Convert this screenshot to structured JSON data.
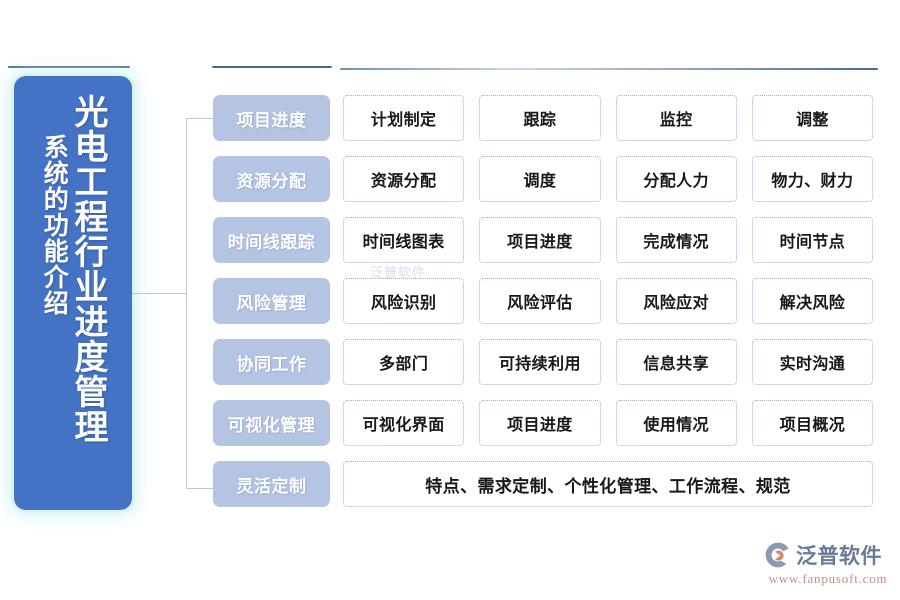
{
  "title": {
    "main": "光电工程行业进度管理",
    "sub": "系统的功能介绍"
  },
  "colors": {
    "title_block": "#4472C4",
    "category_box": "#B5C4E3",
    "cell_border": "#9BB2D4",
    "rule": "#4A6B8A",
    "connector": "#B9C8DD",
    "logo_text": "#6A7A96",
    "logo_url": "#C98A84"
  },
  "rows": [
    {
      "category": "项目进度",
      "cells": [
        "计划制定",
        "跟踪",
        "监控",
        "调整"
      ]
    },
    {
      "category": "资源分配",
      "cells": [
        "资源分配",
        "调度",
        "分配人力",
        "物力、财力"
      ]
    },
    {
      "category": "时间线跟踪",
      "cells": [
        "时间线图表",
        "项目进度",
        "完成情况",
        "时间节点"
      ]
    },
    {
      "category": "风险管理",
      "cells": [
        "风险识别",
        "风险评估",
        "风险应对",
        "解决风险"
      ]
    },
    {
      "category": "协同工作",
      "cells": [
        "多部门",
        "可持续利用",
        "信息共享",
        "实时沟通"
      ]
    },
    {
      "category": "可视化管理",
      "cells": [
        "可视化界面",
        "项目进度",
        "使用情况",
        "项目概况"
      ]
    },
    {
      "category": "灵活定制",
      "cells": [
        "特点、需求定制、个性化管理、工作流程、规范"
      ]
    }
  ],
  "watermark": {
    "brand": "泛普软件",
    "url": "www.fanpusoft.com",
    "ghost": "泛普软件"
  }
}
